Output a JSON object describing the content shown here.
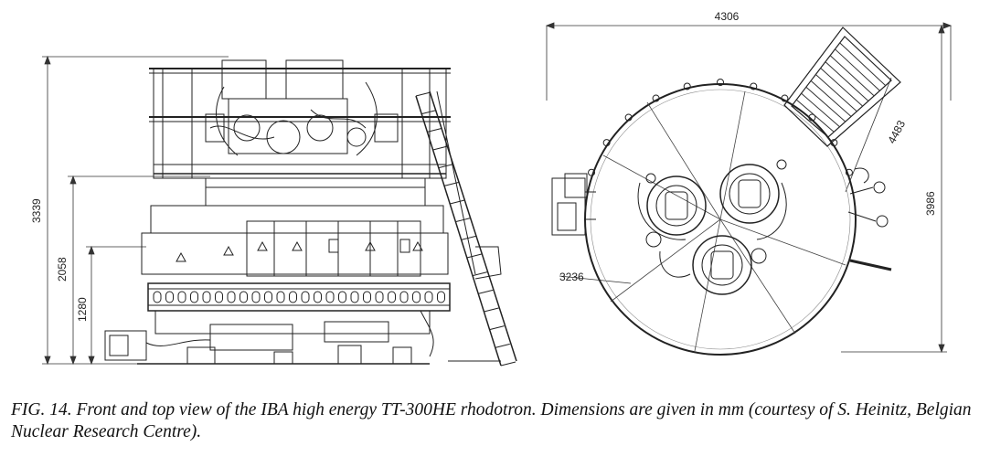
{
  "front_view": {
    "dimensions": {
      "total_height": "3339",
      "mid_height": "2058",
      "low_height": "1280"
    }
  },
  "top_view": {
    "dimensions": {
      "width": "4306",
      "height": "3986",
      "diagonal": "4483",
      "diameter": "3236"
    }
  },
  "caption": {
    "label": "FIG. 14.",
    "text": " Front and top view of the IBA high energy TT-300HE rhodotron. Dimensions are given in mm (courtesy of S. Heinitz, Belgian Nuclear Research Centre)."
  }
}
